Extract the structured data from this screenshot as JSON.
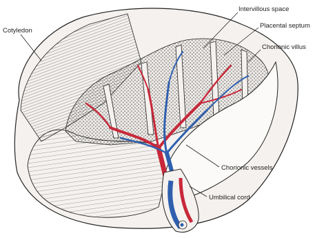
{
  "labels": {
    "intervillous_space": "Intervillous space",
    "placental_septum": "Placental septum",
    "chorionic_villus": "Chorionic villus",
    "cotyledon": "Cotyledon",
    "chorionic_vessels": "Chorionic vessels",
    "umbilical_cord": "Umbilical cord"
  },
  "colors": {
    "artery": "#c8283a",
    "vein": "#2f5fae",
    "ink": "#222222",
    "tissue": "#f4f1ee"
  }
}
